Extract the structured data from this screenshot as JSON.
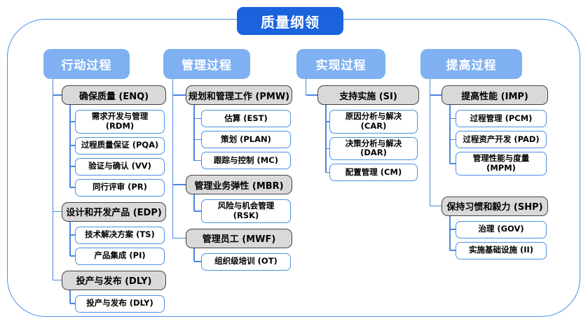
{
  "title": "质量纲领",
  "columns": [
    {
      "header": "行动过程",
      "groups": [
        {
          "parent": "确保质量 (ENQ)",
          "children": [
            "需求开发与管理 (RDM)",
            "过程质量保证 (PQA)",
            "验证与确认 (VV)",
            "同行评审 (PR)"
          ]
        },
        {
          "parent": "设计和开发产品 (EDP)",
          "children": [
            "技术解决方案 (TS)",
            "产品集成 (PI)"
          ]
        },
        {
          "parent": "投产与发布 (DLY)",
          "children": [
            "投产与发布 (DLY)"
          ]
        }
      ]
    },
    {
      "header": "管理过程",
      "groups": [
        {
          "parent": "规划和管理工作 (PMW)",
          "children": [
            "估算 (EST)",
            "策划 (PLAN)",
            "跟踪与控制 (MC)"
          ]
        },
        {
          "parent": "管理业务弹性 (MBR)",
          "children": [
            "风险与机会管理 (RSK)"
          ]
        },
        {
          "parent": "管理员工 (MWF)",
          "children": [
            "组织级培训 (OT)"
          ]
        }
      ]
    },
    {
      "header": "实现过程",
      "groups": [
        {
          "parent": "支持实施 (SI)",
          "children": [
            "原因分析与解决 (CAR)",
            "决策分析与解决 (DAR)",
            "配置管理 (CM)"
          ]
        }
      ]
    },
    {
      "header": "提高过程",
      "groups": [
        {
          "parent": "提高性能 (IMP)",
          "children": [
            "过程管理 (PCM)",
            "过程资产开发 (PAD)",
            "管理性能与度量 (MPM)"
          ]
        },
        {
          "parent": "保持习惯和毅力 (SHP)",
          "children": [
            "治理 (GOV)",
            "实施基础设施 (II)"
          ]
        }
      ]
    }
  ],
  "colors": {
    "title_bg": "#1a63dd",
    "header_bg": "#7fb1f2",
    "connector": "#4a87e0",
    "node_border": "#4a90e2",
    "parent_fill": "#d9d9d9",
    "parent_border": "#424242"
  }
}
